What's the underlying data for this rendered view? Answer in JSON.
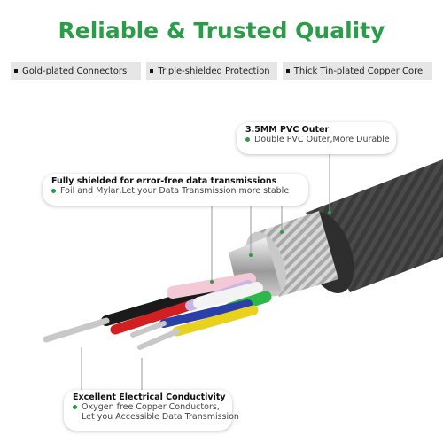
{
  "header": {
    "title": "Reliable & Trusted Quality"
  },
  "features": [
    {
      "label": "Gold-plated Connectors"
    },
    {
      "label": "Triple-shielded  Protection"
    },
    {
      "label": "Thick Tin-plated Copper Core"
    }
  ],
  "callouts": {
    "outer": {
      "heading": "3.5MM PVC Outer",
      "line1": "Double PVC Outer,More Durable"
    },
    "shield": {
      "heading": "Fully shielded for error-free data transmissions",
      "line1": "Foil and Mylar,Let your Data Transmission more stable"
    },
    "copper": {
      "heading": "Excellent Electrical Conductivity",
      "line1": "Oxygen free Copper Conductors,",
      "line2": "Let you Accessible Data Transmission"
    }
  },
  "colors": {
    "accent": "#2a9d48",
    "jacket": "#3c3c3c",
    "braid": "#bfbfbf",
    "wire_black": "#1a1a1a",
    "wire_red": "#d21f1f",
    "wire_pink": "#f4c9d6",
    "wire_lavender": "#c9b6e4",
    "wire_white": "#f3f3f3",
    "wire_green": "#2fb84a",
    "wire_blue": "#2b3fa8",
    "wire_yellow": "#e9d21e"
  }
}
